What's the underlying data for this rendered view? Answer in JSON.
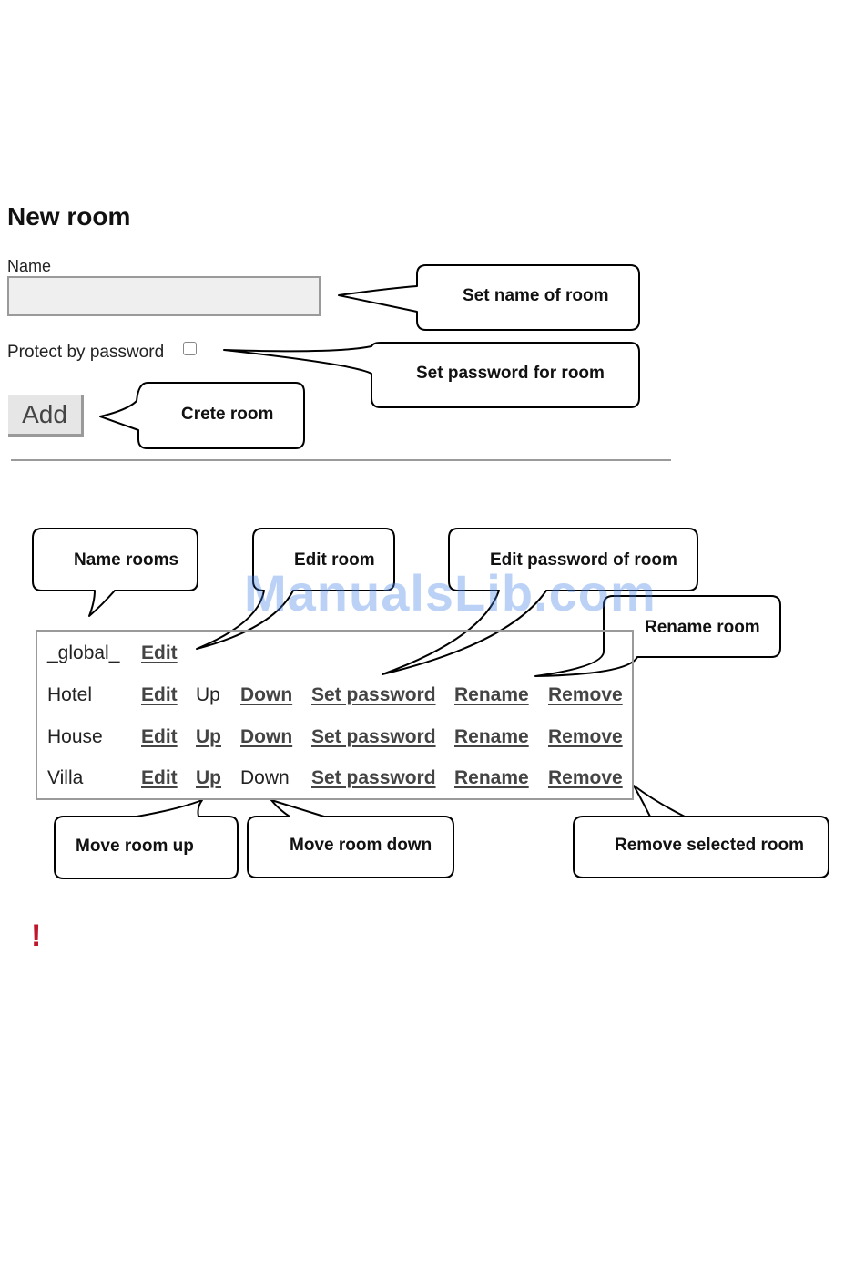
{
  "form": {
    "title": "New room",
    "name_label": "Name",
    "name_value": "",
    "protect_label": "Protect by password",
    "add_button": "Add"
  },
  "rooms": [
    {
      "name": "_global_",
      "edit": "Edit"
    },
    {
      "name": "Hotel",
      "edit": "Edit",
      "up": "Up",
      "down": "Down",
      "set_password": "Set password",
      "rename": "Rename",
      "remove": "Remove"
    },
    {
      "name": "House",
      "edit": "Edit",
      "up": "Up",
      "down": "Down",
      "set_password": "Set password",
      "rename": "Rename",
      "remove": "Remove"
    },
    {
      "name": "Villa",
      "edit": "Edit",
      "up": "Up",
      "down": "Down",
      "set_password": "Set password",
      "rename": "Rename",
      "remove": "Remove"
    }
  ],
  "callouts": {
    "set_name": "Set name of room",
    "set_password": "Set password for room",
    "create_room": "Crete room",
    "name_rooms": "Name rooms",
    "edit_room": "Edit room",
    "edit_password": "Edit password of room",
    "rename_room": "Rename room",
    "move_up": "Move room up",
    "move_down": "Move room down",
    "remove_room": "Remove selected room"
  },
  "watermark": "ManualsLib.com",
  "warning_mark": "!",
  "colors": {
    "link": "#444444",
    "border": "#9a9a9a",
    "watermark": "#3f7fe8",
    "warning": "#c0152a"
  },
  "icons": {
    "warning": "exclamation-icon",
    "checkbox": "checkbox-icon"
  }
}
